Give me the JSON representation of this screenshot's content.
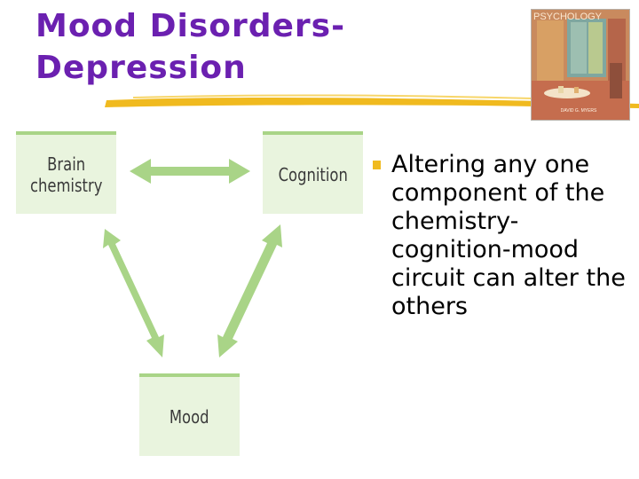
{
  "slide": {
    "title_line1": "Mood Disorders-",
    "title_line2": "Depression",
    "accent_color": "#6b20b0",
    "rule_color": "#f0ba1f"
  },
  "book": {
    "title": "PSYCHOLOGY",
    "author": "DAVID G. MYERS"
  },
  "diagram": {
    "node_brain": "Brain\nchemistry",
    "node_cognition": "Cognition",
    "node_mood": "Mood",
    "box_fill": "#e9f4de",
    "arrow_color": "#a9d487"
  },
  "bullet": {
    "text": "Altering any one component of the chemistry-cognition-mood circuit can alter the others",
    "marker_color": "#f0ba1f"
  }
}
